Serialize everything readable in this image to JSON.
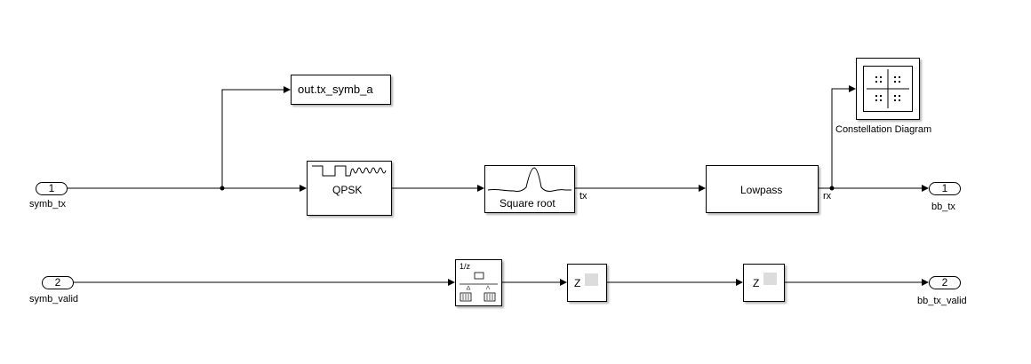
{
  "inports": [
    {
      "number": "1",
      "name": "symb_tx"
    },
    {
      "number": "2",
      "name": "symb_valid"
    }
  ],
  "outports": [
    {
      "number": "1",
      "name": "bb_tx"
    },
    {
      "number": "2",
      "name": "bb_tx_valid"
    }
  ],
  "blocks": {
    "to_workspace": "out.tx_symb_a",
    "modulator": "QPSK",
    "pulse_filter": "Square root",
    "lowpass": "Lowpass",
    "constellation": "Constellation Diagram",
    "rate_transition": "1/z",
    "delay_1": "Z",
    "delay_2": "Z"
  },
  "signals": {
    "tx": "tx",
    "rx": "rx"
  }
}
